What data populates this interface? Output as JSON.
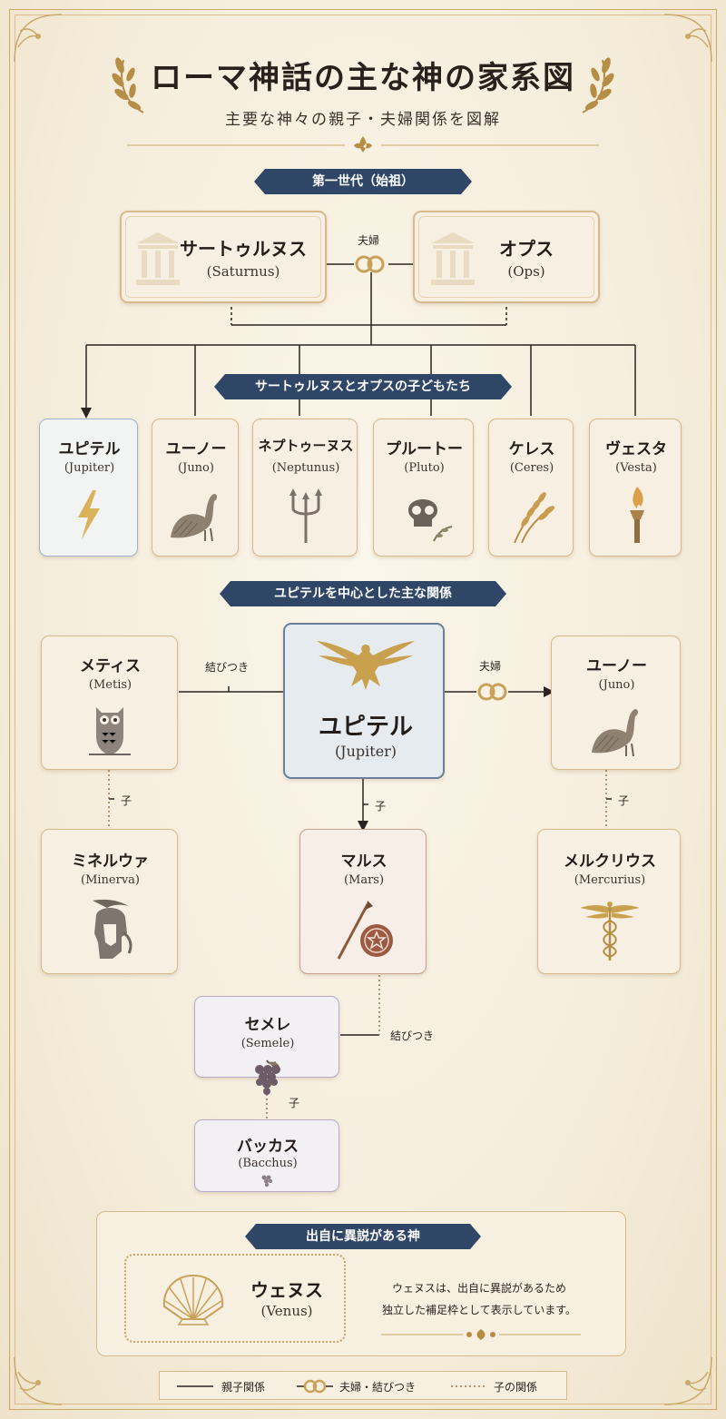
{
  "title": "ローマ神話の主な神の家系図",
  "subtitle": "主要な神々の親子・夫婦関係を図解",
  "sections": {
    "first_gen": "第一世代（始祖）",
    "children": "サートゥルヌスとオプスの子どもたち",
    "jupiter_rel": "ユピテルを中心とした主な関係",
    "unknown": "出自に異説がある神"
  },
  "labels": {
    "spouse": "夫婦",
    "bond": "結びつき",
    "child": "子"
  },
  "gods": {
    "saturnus": {
      "name": "サートゥルヌス",
      "latin": "(Saturnus)"
    },
    "ops": {
      "name": "オプス",
      "latin": "(Ops)"
    },
    "jupiter": {
      "name": "ユピテル",
      "latin": "(Jupiter)"
    },
    "juno": {
      "name": "ユーノー",
      "latin": "(Juno)"
    },
    "neptunus": {
      "name": "ネプトゥーヌス",
      "latin": "(Neptunus)"
    },
    "pluto": {
      "name": "プルートー",
      "latin": "(Pluto)"
    },
    "ceres": {
      "name": "ケレス",
      "latin": "(Ceres)"
    },
    "vesta": {
      "name": "ヴェスタ",
      "latin": "(Vesta)"
    },
    "metis": {
      "name": "メティス",
      "latin": "(Metis)"
    },
    "minerva": {
      "name": "ミネルウァ",
      "latin": "(Minerva)"
    },
    "mars": {
      "name": "マルス",
      "latin": "(Mars)"
    },
    "mercurius": {
      "name": "メルクリウス",
      "latin": "(Mercurius)"
    },
    "semele": {
      "name": "セメレ",
      "latin": "(Semele)"
    },
    "bacchus": {
      "name": "バッカス",
      "latin": "(Bacchus)"
    },
    "venus": {
      "name": "ウェヌス",
      "latin": "(Venus)"
    }
  },
  "venus_note": {
    "line1": "ウェヌスは、出自に異説があるため",
    "line2": "独立した補足枠として表示しています。"
  },
  "legend": {
    "parent": "親子関係",
    "spouse": "夫婦・結びつき",
    "child": "子の関係"
  },
  "colors": {
    "navy": "#2f4666",
    "gold": "#c8a15a",
    "line": "#2b2420",
    "dotted": "#9a7a55"
  }
}
